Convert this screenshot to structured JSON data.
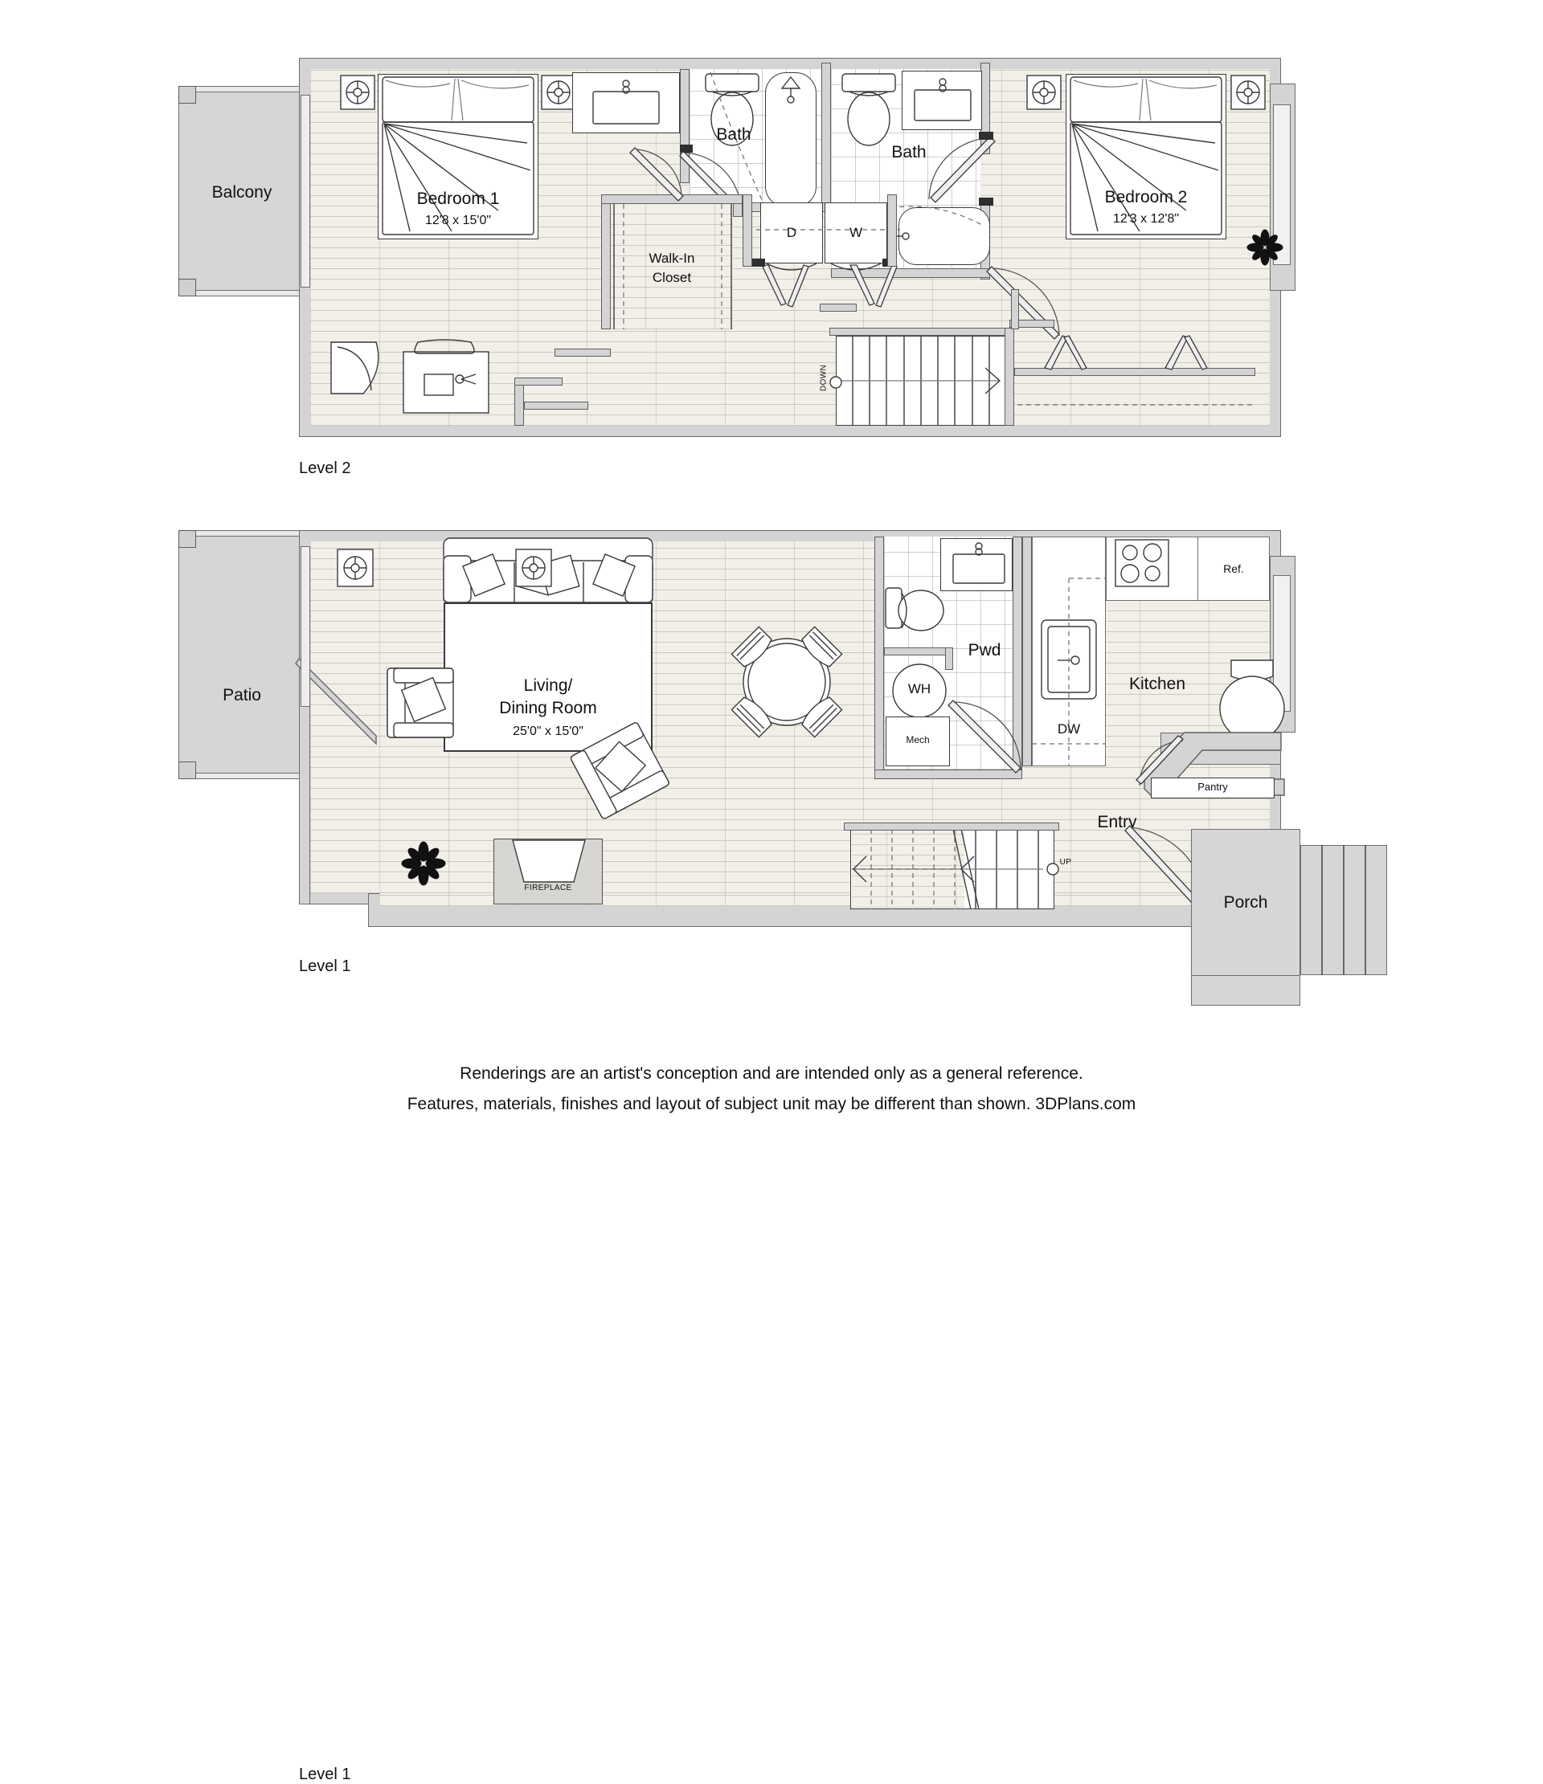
{
  "plan": {
    "levels": [
      {
        "id": "level2",
        "label": "Level 2",
        "rooms": [
          {
            "name": "Balcony",
            "dim": ""
          },
          {
            "name": "Bedroom 1",
            "dim": "12'8 x 15'0\""
          },
          {
            "name": "Bedroom 2",
            "dim": "12'3 x 12'8\""
          },
          {
            "name": "Bath",
            "dim": ""
          },
          {
            "name": "Bath",
            "dim": ""
          },
          {
            "name": "Walk-In Closet",
            "dim": ""
          }
        ],
        "annotations": [
          {
            "text": "Balcony"
          },
          {
            "text": "Bedroom 1"
          },
          {
            "text": "12'8 x 15'0\""
          },
          {
            "text": "Walk-In"
          },
          {
            "text": "Closet"
          },
          {
            "text": "Bath"
          },
          {
            "text": "Bath"
          },
          {
            "text": "Bedroom 2"
          },
          {
            "text": "12'3 x 12'8\""
          },
          {
            "text": "D"
          },
          {
            "text": "W"
          },
          {
            "text": "DOWN"
          }
        ]
      },
      {
        "id": "level1",
        "label": "Level 1",
        "rooms": [
          {
            "name": "Patio",
            "dim": ""
          },
          {
            "name": "Living/",
            "dim": "Dining Room"
          },
          {
            "name": "Kitchen",
            "dim": ""
          },
          {
            "name": "Pwd",
            "dim": ""
          },
          {
            "name": "Entry",
            "dim": ""
          },
          {
            "name": "Porch",
            "dim": ""
          }
        ],
        "annotations": [
          {
            "text": "Patio"
          },
          {
            "text": "Living/"
          },
          {
            "text": "Dining Room"
          },
          {
            "text": "25'0\" x 15'0\""
          },
          {
            "text": "Pwd"
          },
          {
            "text": "WH"
          },
          {
            "text": "Mech"
          },
          {
            "text": "DW"
          },
          {
            "text": "Ref."
          },
          {
            "text": "Kitchen"
          },
          {
            "text": "Pantry"
          },
          {
            "text": "Entry"
          },
          {
            "text": "Porch"
          },
          {
            "text": "FIREPLACE"
          },
          {
            "text": "UP"
          }
        ]
      }
    ]
  },
  "level2": {
    "label": "Level 2",
    "balcony": "Balcony",
    "bedroom1_name": "Bedroom 1",
    "bedroom1_dim": "12'8 x 15'0\"",
    "bedroom2_name": "Bedroom 2",
    "bedroom2_dim": "12'3 x 12'8\"",
    "bath_left": "Bath",
    "bath_right": "Bath",
    "closet_line1": "Walk-In",
    "closet_line2": "Closet",
    "dryer": "D",
    "washer": "W",
    "stairs": "DOWN"
  },
  "level1": {
    "label": "Level 1",
    "patio": "Patio",
    "living_line1": "Living/",
    "living_line2": "Dining Room",
    "living_dim": "25'0\" x 15'0\"",
    "powder": "Pwd",
    "water_heater": "WH",
    "mech": "Mech",
    "dishwasher": "DW",
    "fridge": "Ref.",
    "kitchen": "Kitchen",
    "pantry": "Pantry",
    "entry": "Entry",
    "porch": "Porch",
    "fireplace": "FIREPLACE",
    "stairs": "UP"
  },
  "footer": {
    "line1": "Renderings are an artist's conception and are intended only as a general reference.",
    "line2": "Features, materials, finishes and layout of subject unit may be different than shown. 3DPlans.com"
  },
  "colors": {
    "wall": "#d4d4d4",
    "wall_stroke": "#6b6b6b",
    "wood_floor": "#f2efe9",
    "tile_floor": "#ffffff",
    "slab": "#d6d6d6",
    "text": "#111111",
    "page_bg": "#ffffff"
  }
}
